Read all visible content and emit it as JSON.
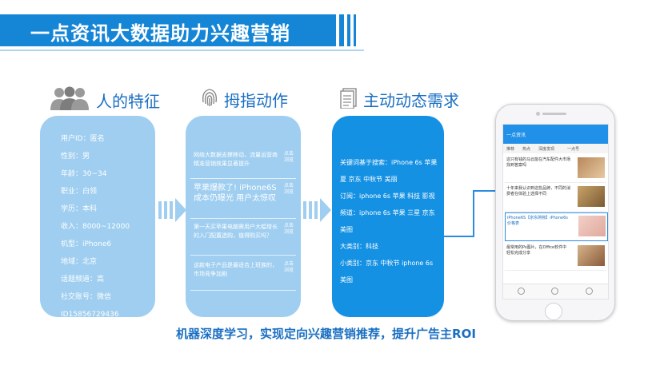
{
  "banner": {
    "title": "一点资讯大数据助力兴趣营销"
  },
  "sections": [
    {
      "title": "人的特征",
      "icon": "people-icon"
    },
    {
      "title": "拇指动作",
      "icon": "fingerprint-icon"
    },
    {
      "title": "主动动态需求",
      "icon": "document-icon"
    }
  ],
  "profile": [
    "用户ID：匿名",
    "性别：男",
    "年龄：30~34",
    "职业：白领",
    "学历：本科",
    "收入：8000~12000",
    "机型：iPhone6",
    "地域：北京",
    "话题频道：高",
    "社交账号：微信",
    "ID15856729436"
  ],
  "actions": [
    {
      "text": "网络大数据支撑移动，流量运营商精准营销效果显著提升",
      "tag": "点击浏览"
    },
    {
      "text": "苹果爆款了! iPhone6S成本仍曝光 用户太惊叹",
      "tag": "点击浏览",
      "big": true
    },
    {
      "text": "第一天买苹果电脑需用户大幅增长的入门配置选购，值得购买吗？",
      "tag": "点击浏览"
    },
    {
      "text": "这款电子产品是最适合上班族的，市场竞争加剧",
      "tag": "点击浏览"
    }
  ],
  "demand": [
    "关键词基于搜索：iPhone 6s 苹果",
    "夏 京东 中秋节 美丽",
    "订阅：iphone 6s 苹果 科技 影视",
    "频道：iphone 6s 苹果 三星 京东",
    "美图",
    "大类别：科技",
    "小类别：京东 中秋节 iphone 6s",
    "美图"
  ],
  "phone": {
    "app_title": "一点资讯",
    "tabs": [
      "推荐",
      "热点",
      "深度发现",
      "一点号"
    ],
    "items": [
      {
        "text": "这只有钱的马云能在汽车配件大市场找到答案吗",
        "highlight": false
      },
      {
        "text": "十年来我认识到这些品牌，不同的消费者在体验上选择不同",
        "highlight": false
      },
      {
        "text": "iPhone6S【京东购物】iPhone6s 价格表",
        "highlight": true
      },
      {
        "text": "最常用的Ps图片，在Office软件中轻松完成分享",
        "highlight": false
      }
    ]
  },
  "footer": {
    "text": "机器深度学习，实现定向兴趣营销推荐，提升广告主ROI"
  },
  "colors": {
    "brand": "#1585d6",
    "panel_light": "#9fcef0",
    "panel_dark": "#1591e3",
    "text_blue": "#1a6fc2"
  }
}
